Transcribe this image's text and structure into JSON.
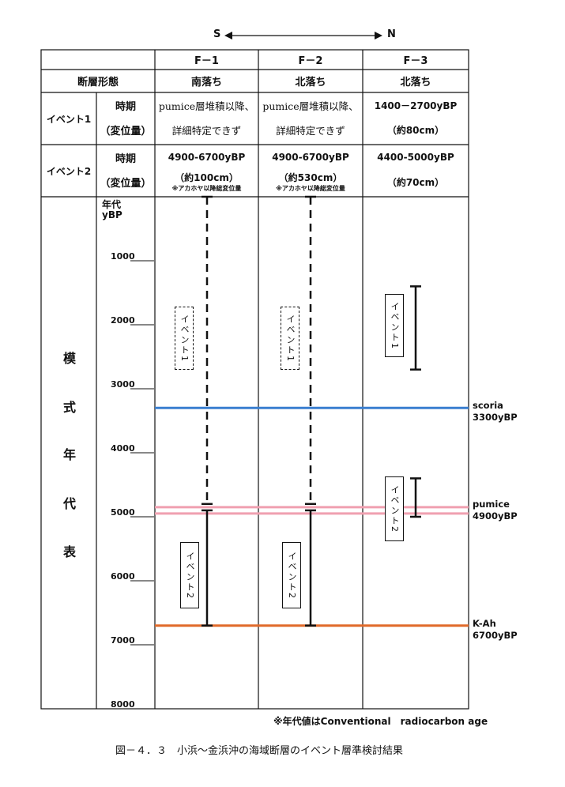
{
  "direction": {
    "left": "S",
    "right": "N"
  },
  "columns": [
    "F－1",
    "F－2",
    "F－3"
  ],
  "row_fault": {
    "label": "断層形態",
    "values": [
      "南落ち",
      "北落ち",
      "北落ち"
    ]
  },
  "event1": {
    "label": "イベント1",
    "sub1": "時期",
    "sub2": "（変位量）",
    "values": [
      {
        "line1": "pumice層堆積以降、",
        "line2": "詳細特定できず"
      },
      {
        "line1": "pumice層堆積以降、",
        "line2": "詳細特定できず"
      },
      {
        "line1": "1400－2700yBP",
        "line2": "（約80cm）"
      }
    ]
  },
  "event2": {
    "label": "イベント2",
    "sub1": "時期",
    "sub2": "（変位量）",
    "values": [
      {
        "line1": "4900-6700yBP",
        "line2": "（約100cm）",
        "note": "※アカホヤ以降総変位量"
      },
      {
        "line1": "4900-6700yBP",
        "line2": "（約530cm）",
        "note": "※アカホヤ以降総変位量"
      },
      {
        "line1": "4400-5000yBP",
        "line2": "（約70cm）",
        "note": ""
      }
    ]
  },
  "timeline": {
    "title_chars": [
      "模",
      "式",
      "年",
      "代",
      "表"
    ],
    "axis_label_1": "年代",
    "axis_label_2": "yBP",
    "ticks": [
      1000,
      2000,
      3000,
      4000,
      5000,
      6000,
      7000,
      8000
    ],
    "min_year": 0,
    "max_year": 8000,
    "markers": [
      {
        "name": "scoria",
        "age_label": "3300yBP",
        "year": 3300,
        "color": "#3a7fd0"
      },
      {
        "name": "pumice",
        "age_label": "4900yBP",
        "year": 4900,
        "color": "#f0a0b0"
      },
      {
        "name": "K-Ah",
        "age_label": "6700yBP",
        "year": 6700,
        "color": "#e06a2a"
      }
    ],
    "event_labels": {
      "event1": "イベント1",
      "event2": "イベント2"
    },
    "f1_event1": {
      "from": 0,
      "to": 4800,
      "dashed": true
    },
    "f1_event2": {
      "from": 4900,
      "to": 6700
    },
    "f2_event1": {
      "from": 0,
      "to": 4800,
      "dashed": true
    },
    "f2_event2": {
      "from": 4900,
      "to": 6700
    },
    "f3_event1": {
      "from": 1400,
      "to": 2700
    },
    "f3_event2": {
      "from": 4400,
      "to": 5000
    }
  },
  "footnote": "※年代値はConventional　radiocarbon age",
  "caption": "図－４．３　小浜～金浜沖の海域断層のイベント層準検討結果"
}
